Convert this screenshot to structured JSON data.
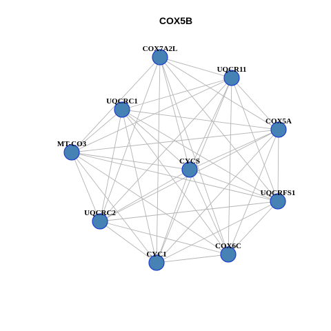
{
  "title": "COX5B",
  "colors": {
    "node_fill": "#4682b4",
    "node_stroke": "#1a3ccc",
    "edge": "#b3b3b3"
  },
  "nodes": [
    {
      "id": "COX7A2L",
      "label": "COX7A2L"
    },
    {
      "id": "UQCR11",
      "label": "UQCR11"
    },
    {
      "id": "UQCRC1",
      "label": "UQCRC1"
    },
    {
      "id": "COX5A",
      "label": "COX5A"
    },
    {
      "id": "MT-CO3",
      "label": "MT-CO3"
    },
    {
      "id": "CYCS",
      "label": "CYCS"
    },
    {
      "id": "UQCRFS1",
      "label": "UQCRFS1"
    },
    {
      "id": "UQCRC2",
      "label": "UQCRC2"
    },
    {
      "id": "COX6C",
      "label": "COX6C"
    },
    {
      "id": "CYC1",
      "label": "CYC1"
    }
  ],
  "edges": [
    [
      "COX7A2L",
      "UQCR11"
    ],
    [
      "COX7A2L",
      "COX5A"
    ],
    [
      "COX7A2L",
      "MT-CO3"
    ],
    [
      "COX7A2L",
      "CYCS"
    ],
    [
      "COX7A2L",
      "UQCRFS1"
    ],
    [
      "COX7A2L",
      "UQCRC2"
    ],
    [
      "COX7A2L",
      "COX6C"
    ],
    [
      "COX7A2L",
      "CYC1"
    ],
    [
      "UQCR11",
      "UQCRC1"
    ],
    [
      "UQCR11",
      "COX5A"
    ],
    [
      "UQCR11",
      "MT-CO3"
    ],
    [
      "UQCR11",
      "CYCS"
    ],
    [
      "UQCR11",
      "UQCRC2"
    ],
    [
      "UQCR11",
      "COX6C"
    ],
    [
      "UQCR11",
      "CYC1"
    ],
    [
      "UQCR11",
      "UQCRFS1"
    ],
    [
      "UQCRC1",
      "COX5A"
    ],
    [
      "UQCRC1",
      "MT-CO3"
    ],
    [
      "UQCRC1",
      "CYCS"
    ],
    [
      "UQCRC1",
      "UQCRFS1"
    ],
    [
      "UQCRC1",
      "UQCRC2"
    ],
    [
      "UQCRC1",
      "COX6C"
    ],
    [
      "UQCRC1",
      "CYC1"
    ],
    [
      "COX5A",
      "MT-CO3"
    ],
    [
      "COX5A",
      "CYCS"
    ],
    [
      "COX5A",
      "UQCRFS1"
    ],
    [
      "COX5A",
      "UQCRC2"
    ],
    [
      "COX5A",
      "COX6C"
    ],
    [
      "COX5A",
      "CYC1"
    ],
    [
      "MT-CO3",
      "CYCS"
    ],
    [
      "MT-CO3",
      "UQCRFS1"
    ],
    [
      "MT-CO3",
      "UQCRC2"
    ],
    [
      "MT-CO3",
      "COX6C"
    ],
    [
      "MT-CO3",
      "CYC1"
    ],
    [
      "CYCS",
      "UQCRFS1"
    ],
    [
      "CYCS",
      "UQCRC2"
    ],
    [
      "CYCS",
      "COX6C"
    ],
    [
      "CYCS",
      "CYC1"
    ],
    [
      "UQCRFS1",
      "UQCRC2"
    ],
    [
      "UQCRFS1",
      "COX6C"
    ],
    [
      "UQCRFS1",
      "CYC1"
    ],
    [
      "UQCRC2",
      "COX6C"
    ],
    [
      "UQCRC2",
      "CYC1"
    ],
    [
      "COX6C",
      "CYC1"
    ]
  ]
}
